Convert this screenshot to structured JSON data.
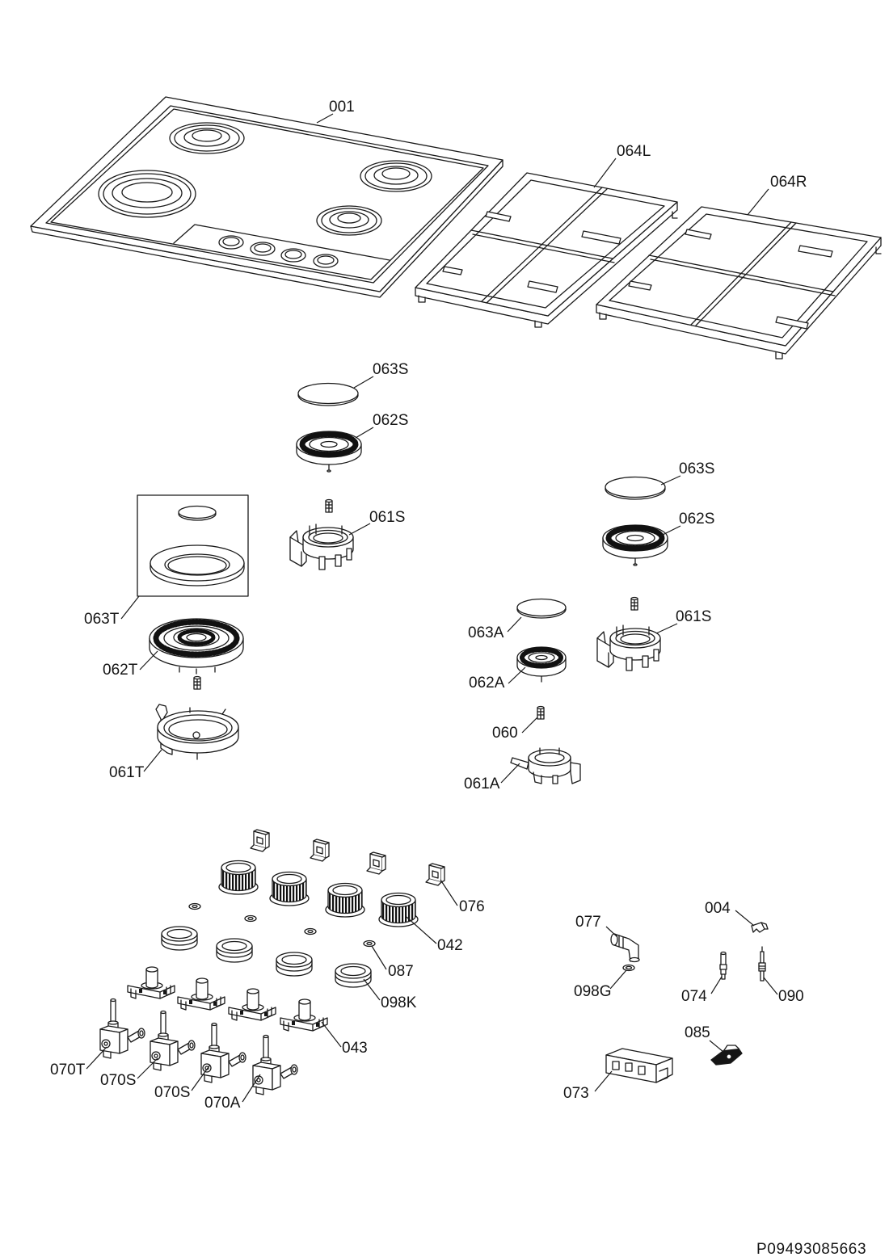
{
  "diagram": {
    "callouts": [
      "001",
      "064L",
      "064R",
      "063S",
      "062S",
      "061S",
      "063S",
      "062S",
      "061S",
      "063T",
      "062T",
      "061T",
      "063A",
      "062A",
      "060",
      "061A",
      "076",
      "042",
      "087",
      "098K",
      "043",
      "070T",
      "070S",
      "070S",
      "070A",
      "077",
      "098G",
      "004",
      "074",
      "090",
      "085",
      "073"
    ],
    "drawing_number": "P09493085663"
  }
}
